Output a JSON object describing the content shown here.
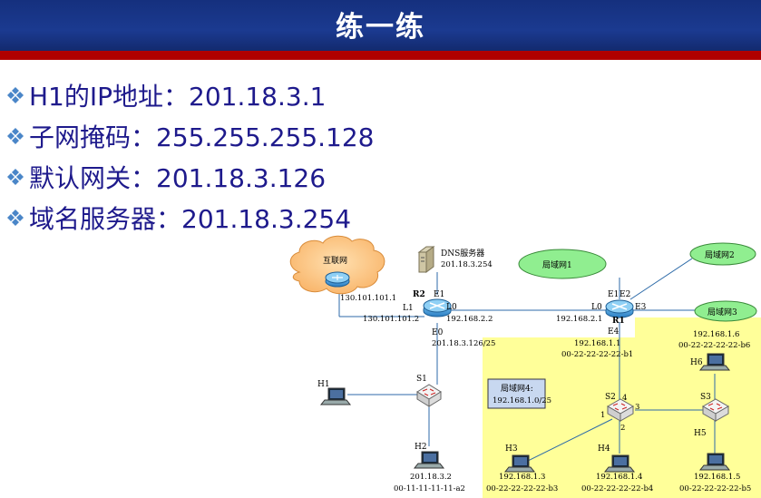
{
  "title": "练一练",
  "bullets": [
    "H1的IP地址：201.18.3.1",
    "子网掩码：255.255.255.128",
    "默认网关：201.18.3.126",
    "域名服务器：201.18.3.254"
  ],
  "colors": {
    "title_bg": "#1b3a90",
    "accent_red": "#b00000",
    "bullet_text": "#1e1a8c",
    "lan4_region": "#ffff99",
    "lan_ellipse": "#90ee90",
    "internet_cloud": "#fdc98c",
    "router": "#4aa3e0"
  },
  "diagram": {
    "internet": {
      "label": "互联网"
    },
    "dns": {
      "label": "DNS服务器",
      "ip": "201.18.3.254"
    },
    "r2": {
      "name": "R2",
      "e1": "E1",
      "l1": "L1",
      "l0": "L0",
      "e0": "E0",
      "l1_ip_top": "130.101.101.1",
      "l1_ip": "130.101.101.2",
      "l0_ip": "192.168.2.2",
      "e0_ip": "201.18.3.126/25"
    },
    "r1": {
      "name": "R1",
      "l0": "L0",
      "e1": "E1",
      "e2": "E2",
      "e3": "E3",
      "e4": "E4",
      "l0_ip": "192.168.2.1",
      "e4_ip": "192.168.1.1",
      "e4_mac": "00-22-22-22-22-b1"
    },
    "lan1": "局域网1",
    "lan2": "局域网2",
    "lan3": "局域网3",
    "lan4": {
      "label": "局域网4:",
      "net": "192.168.1.0/25"
    },
    "s1": "S1",
    "s2": {
      "name": "S2",
      "p1": "1",
      "p2": "2",
      "p3": "3",
      "p4": "4"
    },
    "s3": "S3",
    "h1": {
      "name": "H1"
    },
    "h2": {
      "name": "H2",
      "ip": "201.18.3.2",
      "mac": "00-11-11-11-11-a2"
    },
    "h3": {
      "name": "H3",
      "ip": "192.168.1.3",
      "mac": "00-22-22-22-22-b3"
    },
    "h4": {
      "name": "H4",
      "ip": "192.168.1.4",
      "mac": "00-22-22-22-22-b4"
    },
    "h5": {
      "name": "H5",
      "ip": "192.168.1.5",
      "mac": "00-22-22-22-22-b5"
    },
    "h6": {
      "name": "H6",
      "ip": "192.168.1.6",
      "mac": "00-22-22-22-22-b6"
    }
  }
}
